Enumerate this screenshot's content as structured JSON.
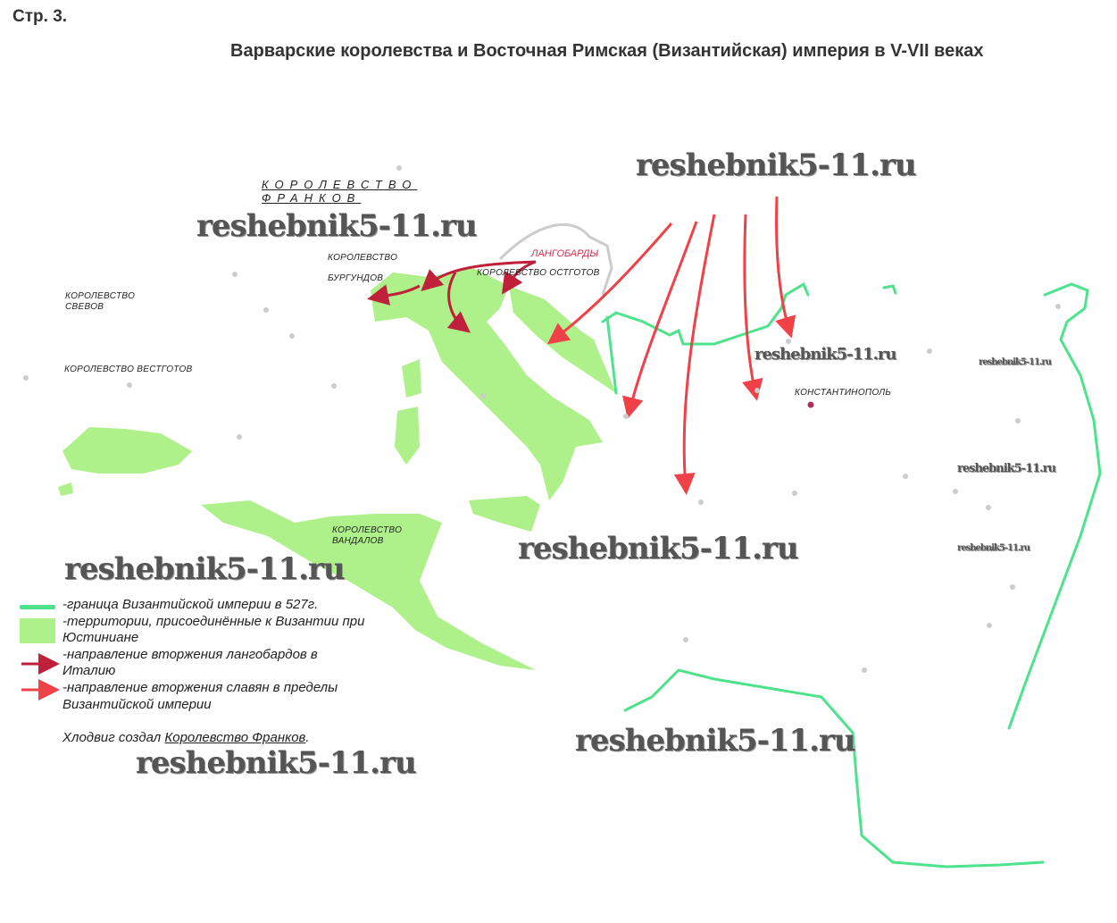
{
  "page_label": "Стр. 3.",
  "title": "Варварские королевства и Восточная Римская (Византийская) империя в V-VII веках",
  "map_labels": {
    "franks_line1": "КОРОЛЕВСТВО",
    "franks_line2": "ФРАНКОВ",
    "burgundy_line1": "КОРОЛЕВСТВО",
    "burgundy_line2": "БУРГУНДОВ",
    "lombards": "ЛАНГОБАРДЫ",
    "ostrogoths": "КОРОЛЕВСТВО ОСТГОТОВ",
    "suebi_line1": "КОРОЛЕВСТВО",
    "suebi_line2": "СВЕВОВ",
    "visigoths": "КОРОЛЕВСТВО ВЕСТГОТОВ",
    "vandals_line1": "КОРОЛЕВСТВО",
    "vandals_line2": "ВАНДАЛОВ",
    "constantinople": "КОНСТАНТИНОПОЛЬ"
  },
  "watermark": "reshebnik5-11.ru",
  "legend": [
    {
      "symbol": "green-line",
      "color": "#4de38c",
      "text": "-граница Византийской империи в 527г."
    },
    {
      "symbol": "green-fill",
      "color": "#aef08a",
      "text": "-территории, присоединённые к Византии при Юстиниане"
    },
    {
      "symbol": "dark-red-arrow",
      "color": "#c0203a",
      "text": "-направление вторжения лангобардов в Италию"
    },
    {
      "symbol": "red-arrow",
      "color": "#f04048",
      "text": "-направление вторжения славян в пределы Византийской империи"
    }
  ],
  "note": {
    "prefix": "Хлодвиг создал ",
    "answer": "Королевство Франков",
    "suffix": "."
  }
}
